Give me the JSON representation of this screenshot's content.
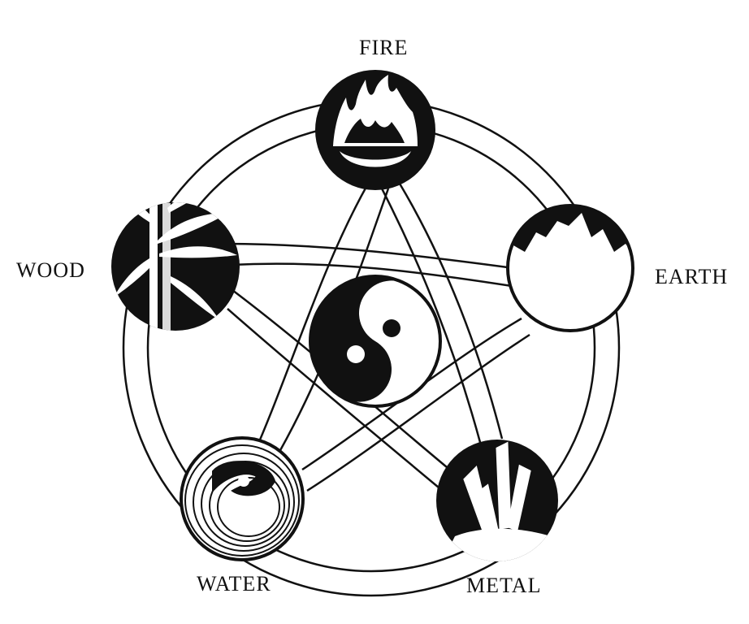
{
  "elements": {
    "fire": {
      "label": "FIRE"
    },
    "earth": {
      "label": "EARTH"
    },
    "metal": {
      "label": "METAL"
    },
    "water": {
      "label": "WATER"
    },
    "wood": {
      "label": "WOOD"
    }
  },
  "colors": {
    "ink": "#111111",
    "paper": "#ffffff"
  },
  "icons": {
    "fire": "flame-icon",
    "earth": "mountain-icon",
    "metal": "crystal-icon",
    "water": "whirlpool-icon",
    "wood": "bamboo-icon",
    "center": "yin-yang-icon"
  }
}
